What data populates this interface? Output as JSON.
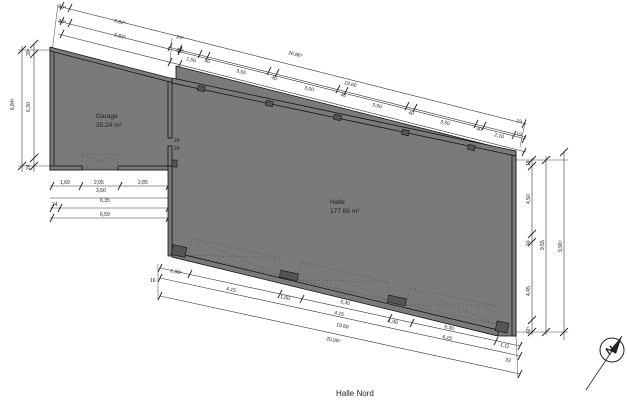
{
  "plan": {
    "title": "Halle Nord",
    "rooms": [
      {
        "name": "Garage",
        "area": "35.24 m²"
      },
      {
        "name": "Halle",
        "area": "177.68 m²"
      }
    ],
    "dims_top": {
      "row1": [
        "30⁵",
        "6,82⁵",
        "26,86⁵"
      ],
      "row2": [
        "30⁵",
        "6,82⁵",
        "24⁵",
        "19,60"
      ],
      "row3": [
        "24⁵",
        "1,50",
        "40",
        "3,50",
        "40",
        "3,50",
        "40",
        "3,50",
        "40",
        "3,50",
        "40",
        "2,10",
        "19"
      ],
      "row4": [
        "19"
      ]
    },
    "dims_left": [
      "6,84⁵",
      "6,30",
      "30⁵",
      "24"
    ],
    "dims_garage": [
      "1,69",
      "2,05",
      "2,85",
      "3,50",
      "24",
      "6,35",
      "6,59"
    ],
    "dims_right": [
      "19",
      "4,50",
      "40",
      "4,45",
      "42⁵",
      "9,55",
      "9,96⁵"
    ],
    "dims_bottom": [
      "1,08⁵",
      "4,15",
      "1,00",
      "5,30",
      "4,15",
      "1,00",
      "5,30",
      "4,15",
      "16",
      "19,60",
      "20,09⁵",
      "1,11",
      "33"
    ],
    "misc": [
      "24",
      "24"
    ],
    "icons": {
      "north": "north-arrow-icon"
    }
  }
}
